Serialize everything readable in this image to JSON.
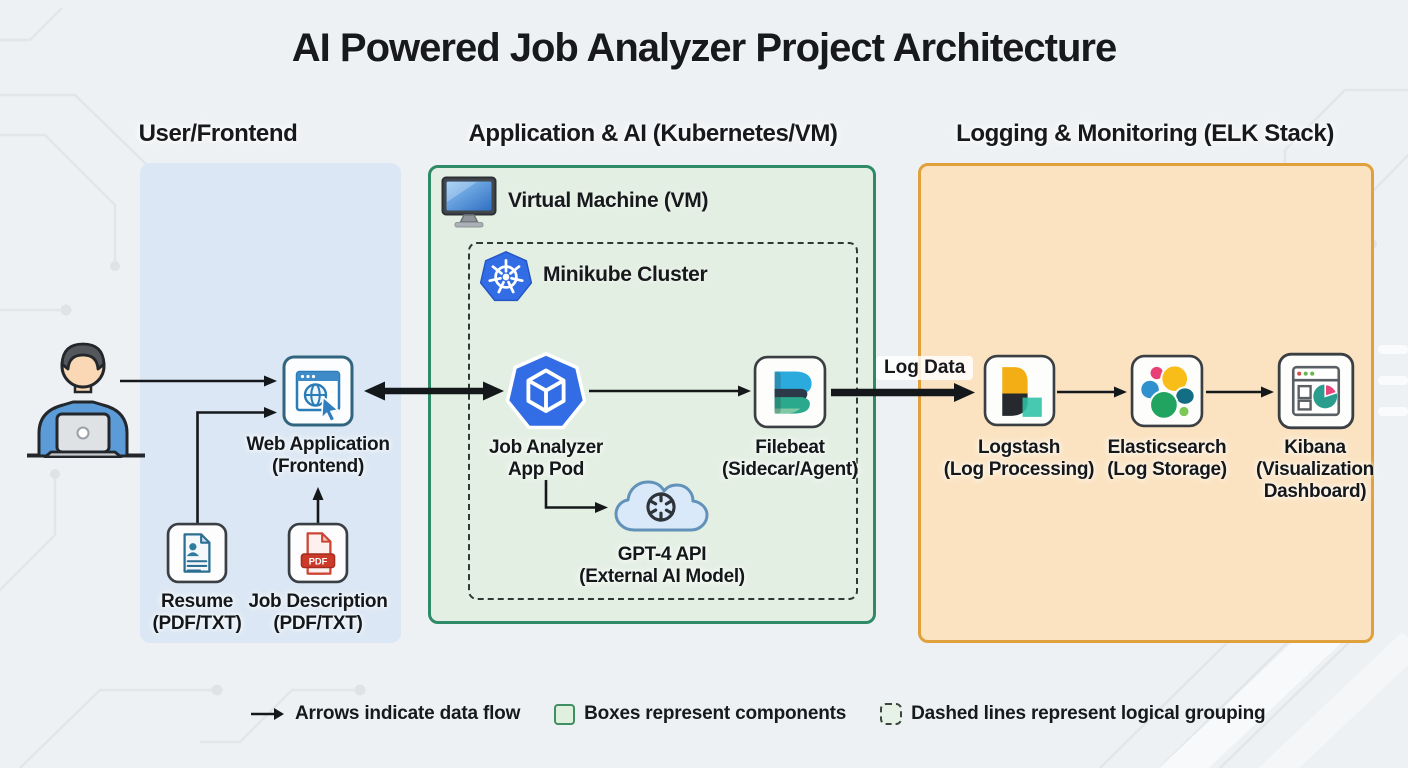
{
  "title": "AI Powered Job Analyzer Project Architecture",
  "sections": {
    "frontend": {
      "header": "User/Frontend"
    },
    "application": {
      "header": "Application & AI (Kubernetes/VM)",
      "vm_label": "Virtual Machine (VM)",
      "cluster_label": "Minikube Cluster"
    },
    "logging": {
      "header": "Logging & Monitoring (ELK Stack)"
    }
  },
  "nodes": {
    "web_app": {
      "label": "Web Application\n(Frontend)"
    },
    "resume": {
      "label": "Resume\n(PDF/TXT)"
    },
    "job_description": {
      "label": "Job Description\n(PDF/TXT)"
    },
    "job_pod": {
      "label": "Job Analyzer\nApp Pod"
    },
    "filebeat": {
      "label": "Filebeat\n(Sidecar/Agent)"
    },
    "gpt4": {
      "label": "GPT-4 API\n(External AI Model)"
    },
    "logstash": {
      "label": "Logstash\n(Log Processing)"
    },
    "elasticsearch": {
      "label": "Elasticsearch\n(Log Storage)"
    },
    "kibana": {
      "label": "Kibana\n(Visualization\nDashboard)"
    }
  },
  "edges": {
    "log_data_label": "Log Data"
  },
  "badges": {
    "pdf": "PDF"
  },
  "legend": {
    "arrow": "Arrows indicate data flow",
    "box": "Boxes represent components",
    "dashed": "Dashed lines represent logical grouping"
  },
  "colors": {
    "frontend_bg": "#dbe7f4",
    "application_bg": "#e4efe3",
    "application_border": "#2f8a68",
    "logging_bg": "#fbe3c1",
    "logging_border": "#e0a03c",
    "kubernetes_blue": "#336de6",
    "arrow_black": "#15181a",
    "logstash_yellow": "#f3ae15",
    "logstash_teal": "#2dc2a6",
    "elastic_yellow": "#f9bd19",
    "elastic_green": "#20a45f",
    "pdf_red": "#cc3a2a"
  }
}
